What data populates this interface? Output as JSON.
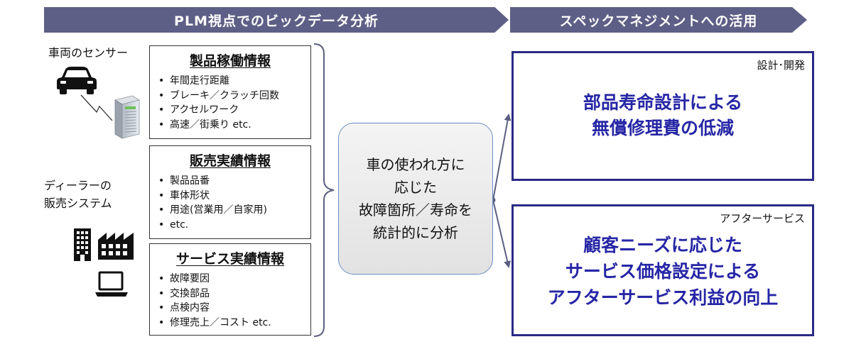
{
  "colors": {
    "banner": "#5e5f86",
    "accent_blue": "#2626a6",
    "frame": "#2a2a86",
    "connector": "#5c5f80"
  },
  "banners": {
    "left": "PLM視点でのビックデータ分析",
    "right": "スペックマネジメントへの活用"
  },
  "sources": {
    "car_sensor": "車両のセンサー",
    "dealer_line1": "ディーラーの",
    "dealer_line2": "販売システム"
  },
  "icons": [
    "car-icon",
    "server-icon",
    "building-icon",
    "factory-icon",
    "laptop-icon"
  ],
  "info_boxes": [
    {
      "title": "製品稼働情報",
      "items": [
        "年間走行距離",
        "ブレーキ／クラッチ回数",
        "アクセルワーク",
        "高速／街乗り etc."
      ]
    },
    {
      "title": "販売実績情報",
      "items": [
        "製品品番",
        "車体形状",
        "用途(営業用／自家用)",
        "etc."
      ]
    },
    {
      "title": "サービス実績情報",
      "items": [
        "故障要因",
        "交換部品",
        "点検内容",
        "修理売上／コスト etc."
      ]
    }
  ],
  "center": {
    "lines": [
      "車の使われ方に",
      "応じた",
      "故障箇所／寿命を",
      "統計的に分析"
    ]
  },
  "results": [
    {
      "tag": "設計･開発",
      "lines": [
        "部品寿命設計による",
        "無償修理費の低減"
      ]
    },
    {
      "tag": "アフターサービス",
      "lines": [
        "顧客ニーズに応じた",
        "サービス価格設定による",
        "アフターサービス利益の向上"
      ]
    }
  ]
}
